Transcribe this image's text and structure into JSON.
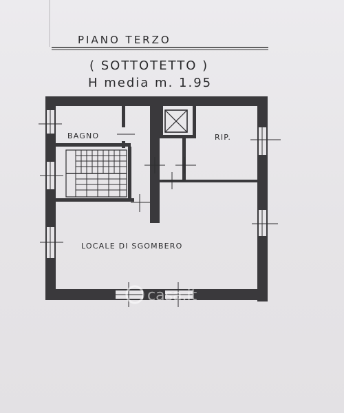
{
  "header": {
    "title": "PIANO  TERZO",
    "subtitle": "( SOTTOTETTO )",
    "height_note": "H media  m. 1.95"
  },
  "rooms": {
    "bathroom": "BAGNO",
    "storage": "RIP.",
    "main_room": "LOCALE  DI  SGOMBERO"
  },
  "watermark": {
    "text": "casa.it"
  },
  "colors": {
    "paper": "#e7e5e8",
    "ink": "#2a2a2c",
    "wall": "#3a393c"
  }
}
